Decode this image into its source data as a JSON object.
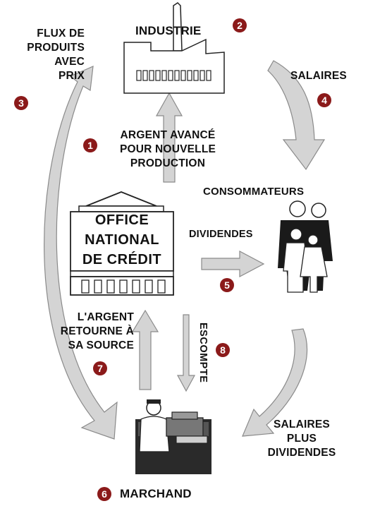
{
  "labels": {
    "industrie": "INDUSTRIE",
    "flux_line1": "FLUX DE",
    "flux_line2": "PRODUITS",
    "flux_line3": "AVEC",
    "flux_line4": "PRIX",
    "salaires": "SALAIRES",
    "argent_line1": "ARGENT AVANCÉ",
    "argent_line2": "POUR NOUVELLE",
    "argent_line3": "PRODUCTION",
    "consommateurs": "CONSOMMATEURS",
    "office_line1": "OFFICE",
    "office_line2": "NATIONAL",
    "office_line3": "DE CRÉDIT",
    "dividendes": "DIVIDENDES",
    "retour_line1": "L'ARGENT",
    "retour_line2": "RETOURNE À",
    "retour_line3": "SA SOURCE",
    "escompte": "ESCOMPTE",
    "salplus_line1": "SALAIRES",
    "salplus_line2": "PLUS",
    "salplus_line3": "DIVIDENDES",
    "marchand": "MARCHAND"
  },
  "badges": {
    "b1": "1",
    "b2": "2",
    "b3": "3",
    "b4": "4",
    "b5": "5",
    "b6": "6",
    "b7": "7",
    "b8": "8"
  },
  "colors": {
    "badge": "#8b1a1a",
    "arrow_fill": "#d4d4d4",
    "ink": "#111111"
  }
}
